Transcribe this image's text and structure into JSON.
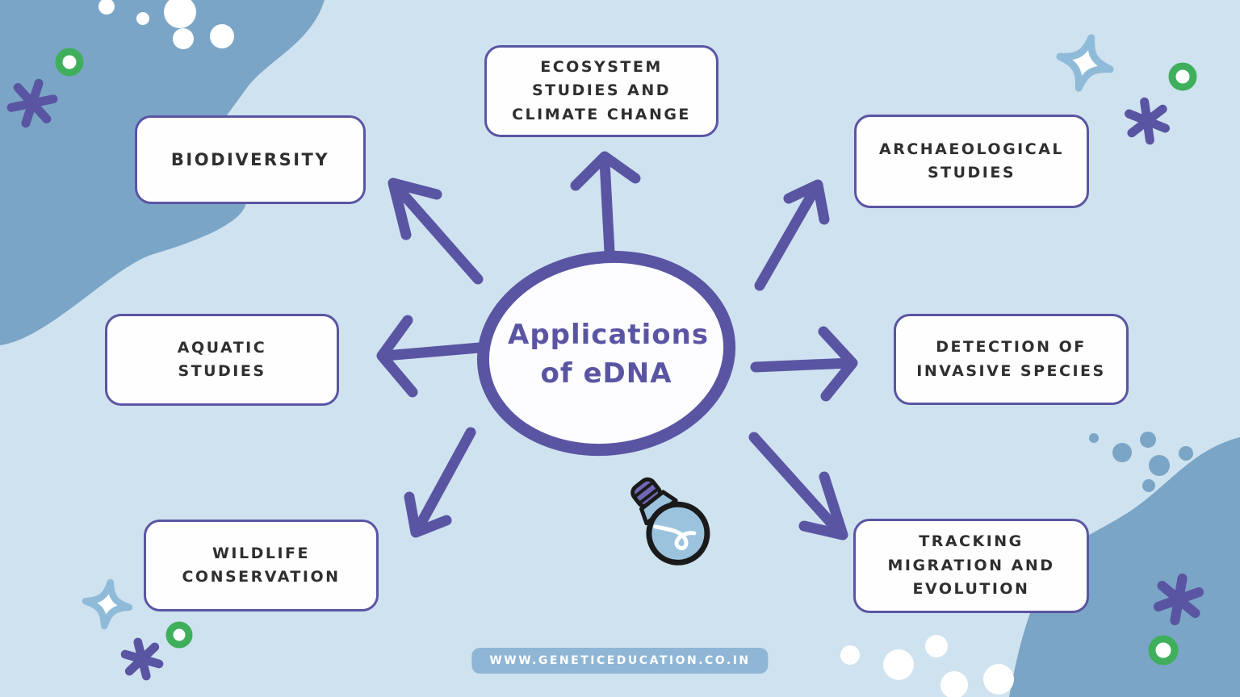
{
  "center": {
    "title_line1": "Applications",
    "title_line2": "of eDNA"
  },
  "nodes": [
    {
      "id": "ecosystem",
      "label": "ECOSYSTEM STUDIES AND CLIMATE CHANGE"
    },
    {
      "id": "biodiversity",
      "label": "BIODIVERSITY"
    },
    {
      "id": "aquatic",
      "label": "AQUATIC STUDIES"
    },
    {
      "id": "wildlife",
      "label": "WILDLIFE CONSERVATION"
    },
    {
      "id": "archaeological",
      "label": "ARCHAEOLOGICAL STUDIES"
    },
    {
      "id": "invasive",
      "label": "DETECTION OF INVASIVE SPECIES"
    },
    {
      "id": "tracking",
      "label": "TRACKING MIGRATION AND EVOLUTION"
    }
  ],
  "watermark": {
    "text": "WWW.GENETICEDUCATION.CO.IN"
  },
  "colors": {
    "accent_purple": "#5a55a3",
    "background_light": "#cfe2ef",
    "blob_blue": "#7ba5c6",
    "green": "#3faf5c",
    "sparkle_blue": "#8fbbd9",
    "box_background": "#fefeff",
    "text_dark": "#2f2f2f",
    "watermark_background": "#8ab2d2",
    "bulb_blue": "#9cc3dd",
    "bulb_cap_purple": "#6f68b5"
  }
}
